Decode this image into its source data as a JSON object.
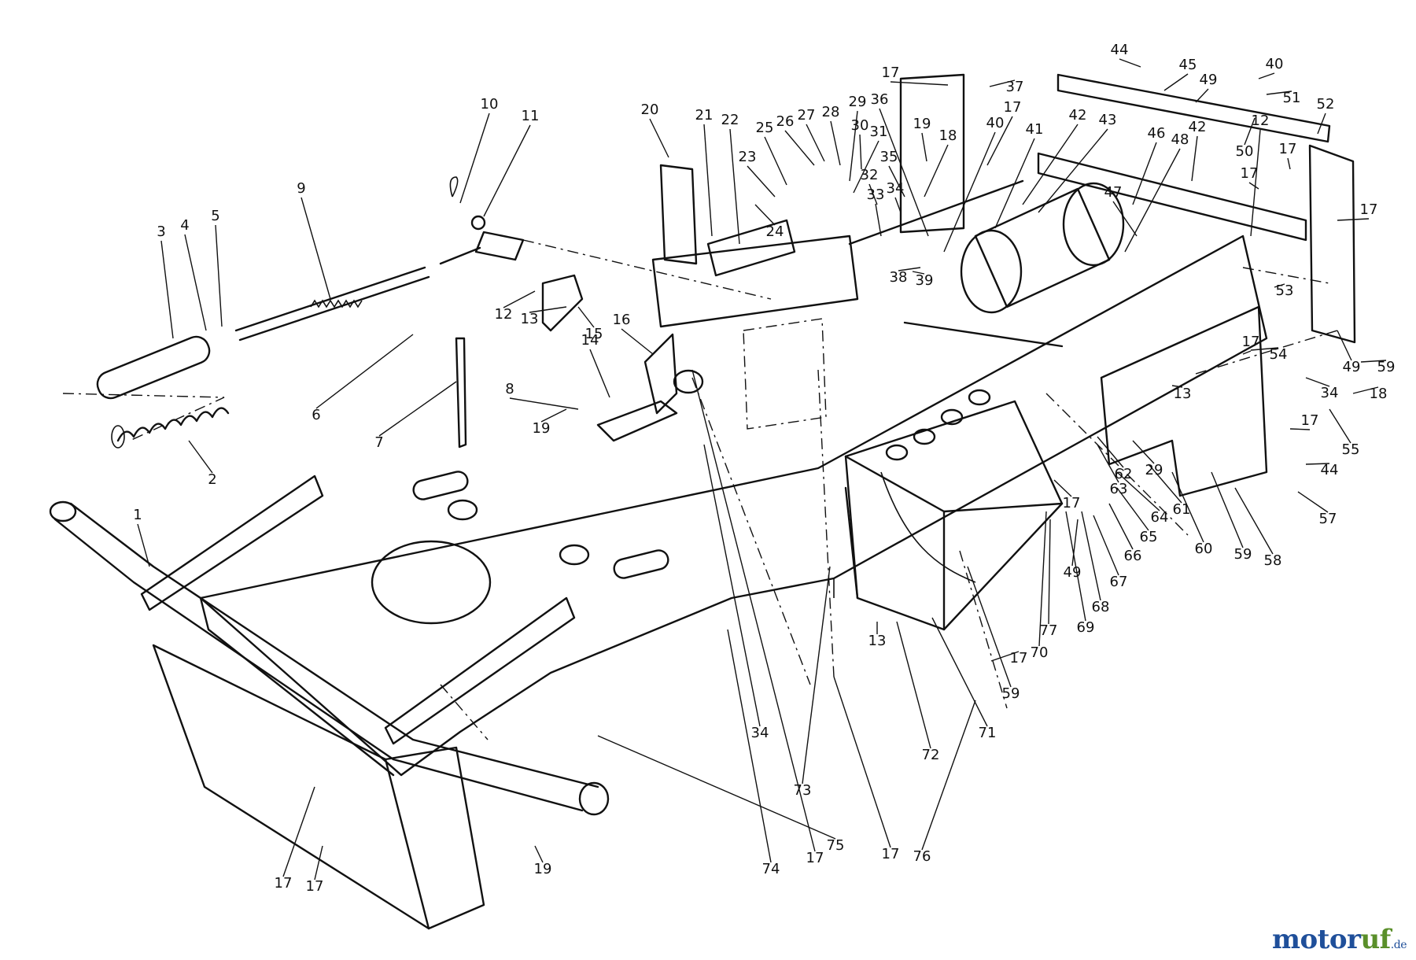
{
  "callouts": [
    "1",
    "2",
    "3",
    "4",
    "5",
    "6",
    "7",
    "8",
    "9",
    "10",
    "11",
    "12",
    "13",
    "14",
    "15",
    "16",
    "17",
    "18",
    "19",
    "20",
    "21",
    "22",
    "23",
    "24",
    "25",
    "26",
    "27",
    "28",
    "29",
    "30",
    "31",
    "32",
    "33",
    "34",
    "35",
    "36",
    "37",
    "38",
    "39",
    "40",
    "41",
    "42",
    "43",
    "46",
    "47",
    "48",
    "44",
    "45",
    "49",
    "50",
    "51",
    "52",
    "53",
    "54",
    "55",
    "57",
    "58",
    "59",
    "60",
    "61",
    "62",
    "63",
    "64",
    "65",
    "66",
    "67",
    "68",
    "69",
    "70",
    "71",
    "72",
    "73",
    "74",
    "75",
    "76",
    "77",
    "13",
    "17",
    "17",
    "17",
    "17",
    "17",
    "17",
    "17",
    "17",
    "17",
    "17",
    "19",
    "19",
    "29",
    "34",
    "34",
    "40",
    "42",
    "49",
    "12",
    "59",
    "59",
    "13",
    "49",
    "18",
    "44",
    "17",
    "17"
  ],
  "watermark": {
    "brand_a": "motor",
    "brand_b": "uf",
    "suffix": ".de"
  },
  "colors": {
    "ink": "#111111",
    "brand_blue": "#1f4f9a",
    "brand_green": "#5a8f2a"
  }
}
